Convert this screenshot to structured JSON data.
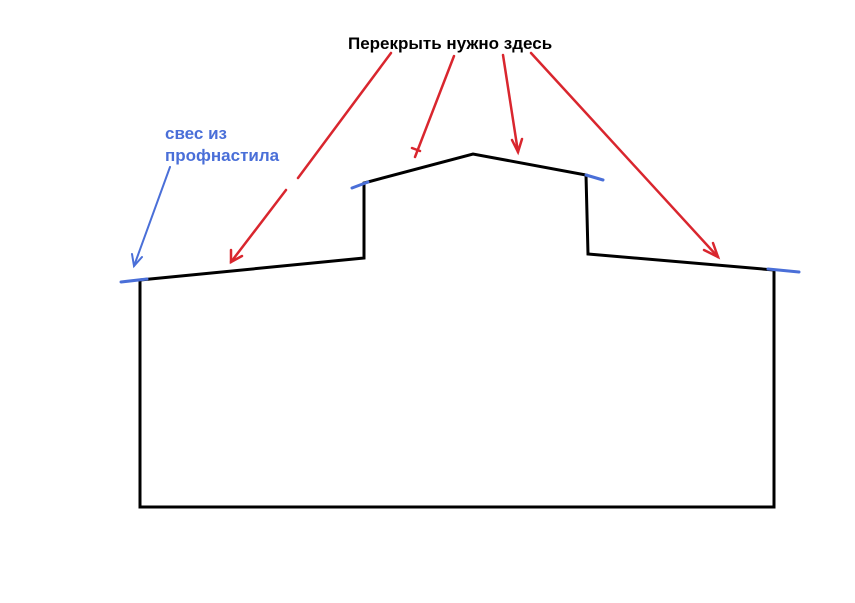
{
  "annotations": {
    "main_label": "Перекрыть нужно здесь",
    "overhang_label_line1": "свес из",
    "overhang_label_line2": "профнастила"
  },
  "colors": {
    "outline": "#000000",
    "arrow_red": "#d9262e",
    "overhang_blue": "#4a6fd8"
  }
}
